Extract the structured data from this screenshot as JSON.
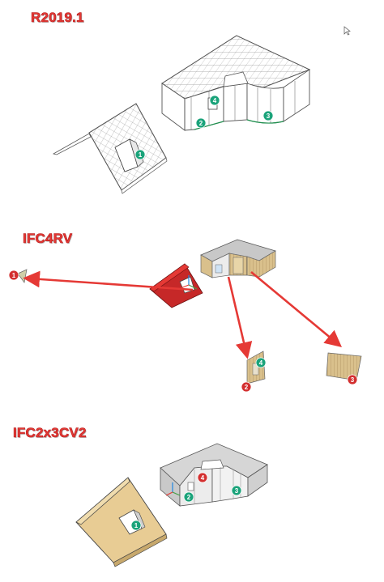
{
  "sections": [
    {
      "title": "R2019.1"
    },
    {
      "title": "IFC4RV"
    },
    {
      "title": "IFC2x3CV2"
    }
  ],
  "badges": {
    "r2019": [
      "1",
      "2",
      "3",
      "4"
    ],
    "ifc4rv": [
      "1",
      "2",
      "3",
      "4"
    ],
    "ifc2x3": [
      "1",
      "2",
      "3",
      "4"
    ]
  },
  "colors": {
    "title_red": "#e53935",
    "badge_teal": "#1aa37a",
    "badge_red": "#d32f2f",
    "arrow_red": "#e53935",
    "wood": "#e8cc94",
    "roof_red": "#c62828",
    "grey_wall": "#dcdcdc"
  },
  "icons": [
    "cursor-icon",
    "axis-gizmo-icon"
  ]
}
